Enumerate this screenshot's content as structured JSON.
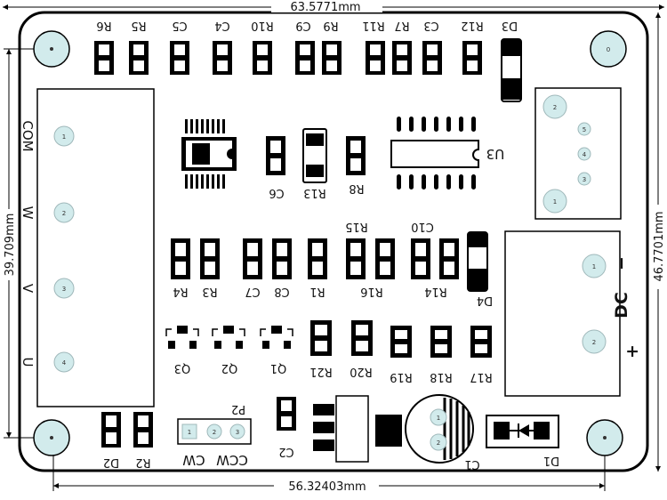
{
  "dimensions": {
    "top": "63.5771mm",
    "bottom": "56.32403mm",
    "left": "39.709mm",
    "right": "46.7701mm"
  },
  "connector_left_labels": [
    "COM",
    "W",
    "V",
    "U"
  ],
  "connector_left_pins": [
    "1",
    "2",
    "3",
    "4"
  ],
  "top_row_labels": [
    "R6",
    "R5",
    "C5",
    "C4",
    "R10",
    "C9",
    "R9",
    "R11",
    "R7",
    "C3",
    "R12",
    "D3"
  ],
  "ic_label": "U3",
  "mid_labels": {
    "c6": "C6",
    "r13": "R13",
    "r8": "R8",
    "r15": "R15",
    "c10": "C10",
    "d4": "D4"
  },
  "row2_labels": [
    "R4",
    "R3",
    "C7",
    "C8",
    "R1",
    "R16",
    "R14"
  ],
  "transistors": [
    "Q3",
    "Q2",
    "Q1"
  ],
  "row3_labels": [
    "R21",
    "R20",
    "R19",
    "R18",
    "R17"
  ],
  "bottom_labels": {
    "d2": "D2",
    "r2": "R2",
    "p2": "P2",
    "ccw": "CCW",
    "cw": "CW",
    "c2": "C2",
    "c1": "C1",
    "d1": "D1"
  },
  "p2_pins": [
    "1",
    "2",
    "3"
  ],
  "c1_pins": [
    "1",
    "2"
  ],
  "corner_hole_label": "0",
  "jack_pins": [
    "2",
    "5",
    "4",
    "3",
    "1"
  ],
  "dc": {
    "label": "DC",
    "minus": "−",
    "plus": "+",
    "pins": [
      "1",
      "2"
    ]
  },
  "colors": {
    "pad_fill": "#d2ebec",
    "pad_stroke": "#9fb8ba",
    "ink": "#000000"
  }
}
